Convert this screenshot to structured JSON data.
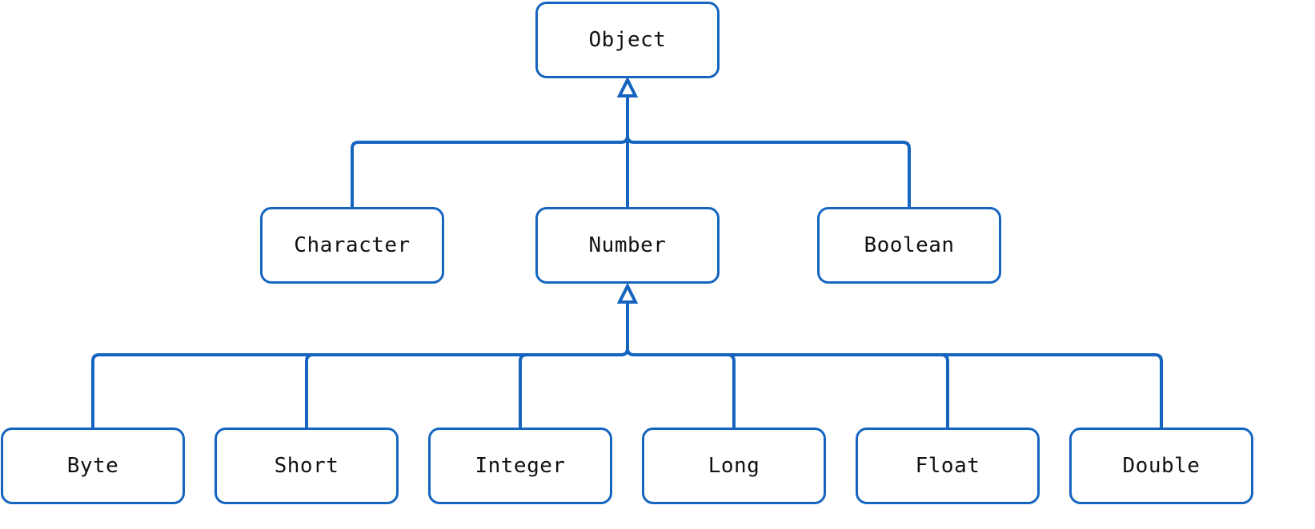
{
  "diagram": {
    "accent_color": "#1565C0",
    "nodes": {
      "object": "Object",
      "character": "Character",
      "number": "Number",
      "boolean": "Boolean",
      "byte": "Byte",
      "short": "Short",
      "integer": "Integer",
      "long": "Long",
      "float": "Float",
      "double": "Double"
    },
    "edges": [
      {
        "from": "character",
        "to": "object",
        "type": "inheritance"
      },
      {
        "from": "number",
        "to": "object",
        "type": "inheritance"
      },
      {
        "from": "boolean",
        "to": "object",
        "type": "inheritance"
      },
      {
        "from": "byte",
        "to": "number",
        "type": "inheritance"
      },
      {
        "from": "short",
        "to": "number",
        "type": "inheritance"
      },
      {
        "from": "integer",
        "to": "number",
        "type": "inheritance"
      },
      {
        "from": "long",
        "to": "number",
        "type": "inheritance"
      },
      {
        "from": "float",
        "to": "number",
        "type": "inheritance"
      },
      {
        "from": "double",
        "to": "number",
        "type": "inheritance"
      }
    ]
  }
}
